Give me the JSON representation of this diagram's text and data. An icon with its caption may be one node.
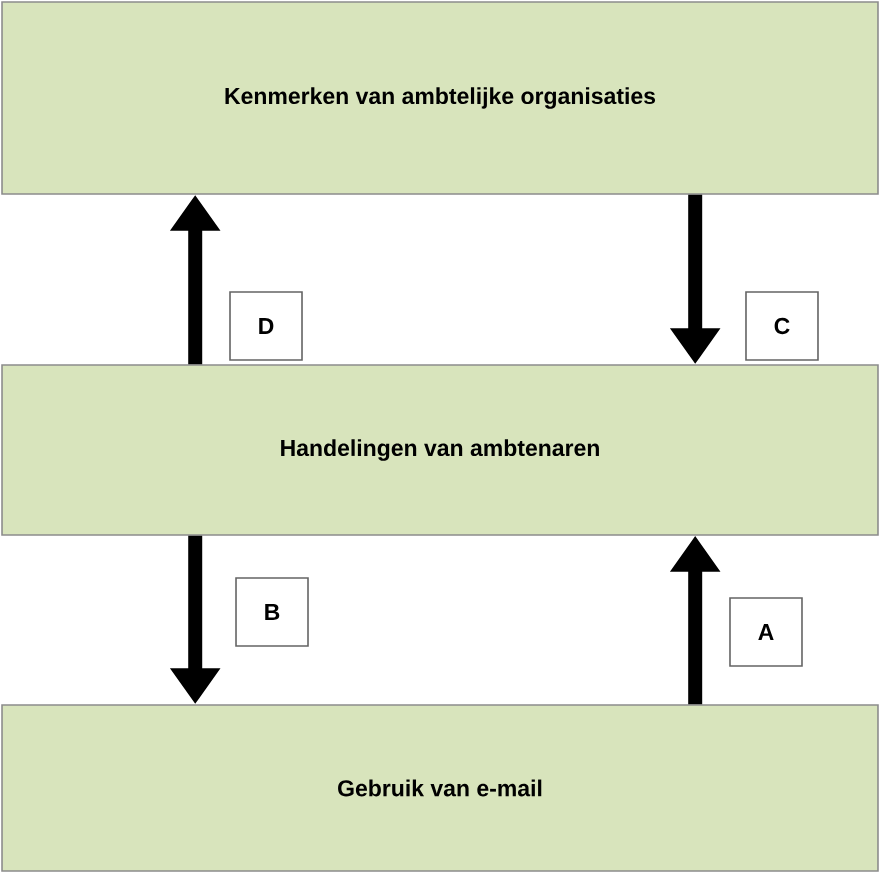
{
  "diagram": {
    "nodes": [
      {
        "text": [
          "Kenmerken van ambtelijke organisaties"
        ]
      },
      {
        "text": [
          "Handelingen van ambtenaren"
        ]
      },
      {
        "text": [
          "Gebruik van e-mail"
        ]
      }
    ],
    "edges": [
      {
        "from": 1,
        "to": 0,
        "arrow": "to",
        "label": "D"
      },
      {
        "from": 0,
        "to": 1,
        "arrow": "to",
        "label": "C"
      },
      {
        "from": 1,
        "to": 2,
        "arrow": "to",
        "label": "B"
      },
      {
        "from": 2,
        "to": 1,
        "arrow": "to",
        "label": "A"
      }
    ]
  }
}
